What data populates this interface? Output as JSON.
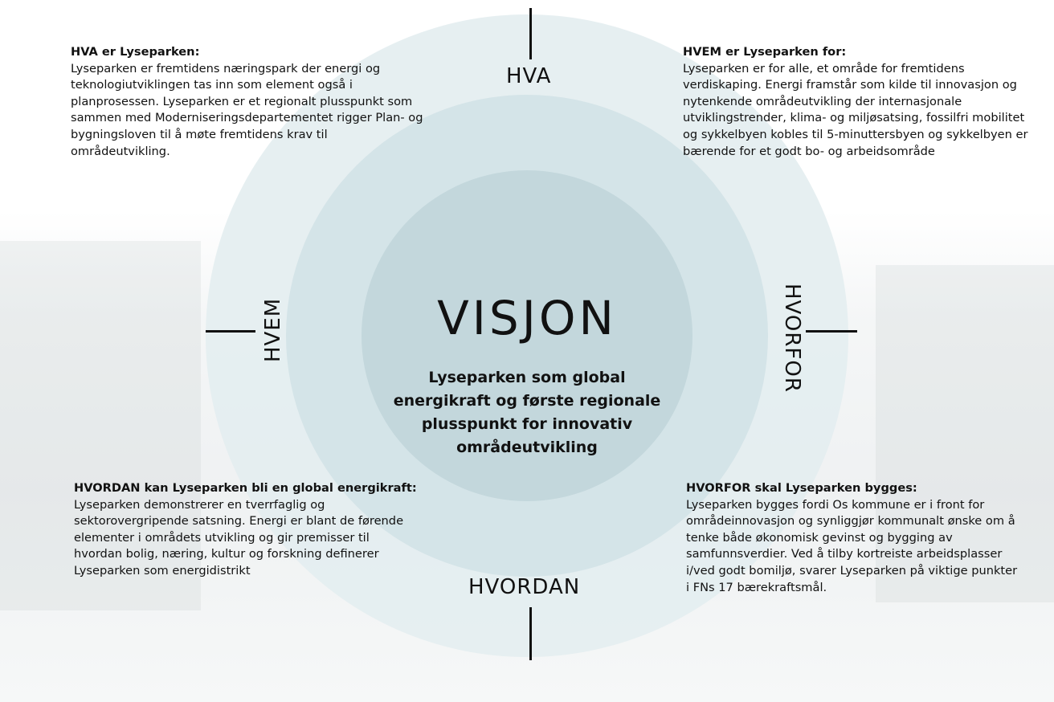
{
  "center": {
    "title": "VISJON",
    "subtitle": "Lyseparken som global energikraft og første regionale plusspunkt for innovativ områdeutvikling"
  },
  "ring_labels": {
    "top": "HVA",
    "bottom": "HVORDAN",
    "left": "HVEM",
    "right": "HVORFOR"
  },
  "blocks": {
    "top_left": {
      "heading": "HVA er Lyseparken:",
      "body": "Lyseparken er fremtidens næringspark der energi og teknologiutviklingen tas inn som element også i planprosessen. Lyseparken er et regionalt plusspunkt som sammen med Moderniseringsdepartementet rigger Plan- og bygningsloven til å møte fremtidens krav til områdeutvikling."
    },
    "top_right": {
      "heading": "HVEM er Lyseparken for:",
      "body": "Lyseparken er for alle, et område for fremtidens verdiskaping. Energi framstår som kilde til innovasjon og nytenkende områdeutvikling der internasjonale utviklingstrender, klima- og miljøsatsing, fossilfri mobilitet og sykkelbyen kobles til 5-minuttersbyen og sykkelbyen er bærende for et godt bo- og arbeidsområde"
    },
    "bottom_left": {
      "heading": "HVORDAN kan Lyseparken bli en global energikraft:",
      "body": "Lyseparken demonstrerer en tverrfaglig og sektorovergripende satsning. Energi er blant de førende elementer i områdets utvikling og gir premisser til hvordan bolig, næring, kultur og forskning definerer Lyseparken som energidistrikt"
    },
    "bottom_right": {
      "heading": "HVORFOR skal Lyseparken bygges:",
      "body": "Lyseparken bygges fordi Os kommune er i front for områdeinnovasjon og synliggjør kommunalt ønske om å tenke både økonomisk gevinst og bygging av samfunnsverdier. Ved å tilby kortreiste arbeidsplasser i/ved godt bomiljø, svarer Lyseparken på viktige punkter i FNs 17 bærekraftsmål."
    }
  },
  "colors": {
    "outer_ring": "#e4eef0",
    "middle_ring": "#d3e3e7",
    "inner_circle": "#c3d7dc",
    "text": "#111111"
  }
}
